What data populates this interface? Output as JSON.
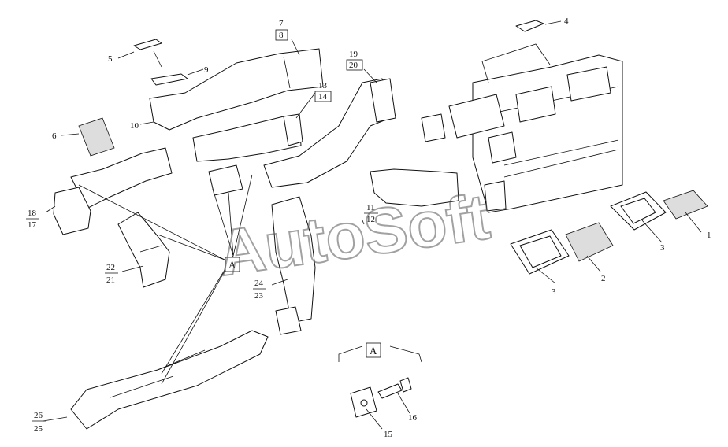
{
  "callouts": {
    "c1": "1",
    "c2": "2",
    "c3a": "3",
    "c3b": "3",
    "c4": "4",
    "c5": "5",
    "c6": "6",
    "c7": "7",
    "c8": "8",
    "c9": "9",
    "c10": "10",
    "c11": "11",
    "c12": "12",
    "c13": "13",
    "c14": "14",
    "c15": "15",
    "c16": "16",
    "c17": "17",
    "c18": "18",
    "c19": "19",
    "c20": "20",
    "c21": "21",
    "c22": "22",
    "c23": "23",
    "c24": "24",
    "c25": "25",
    "c26": "26"
  },
  "detail_refs": {
    "main": "A",
    "detail": "A"
  },
  "watermark": "AutoSoft"
}
